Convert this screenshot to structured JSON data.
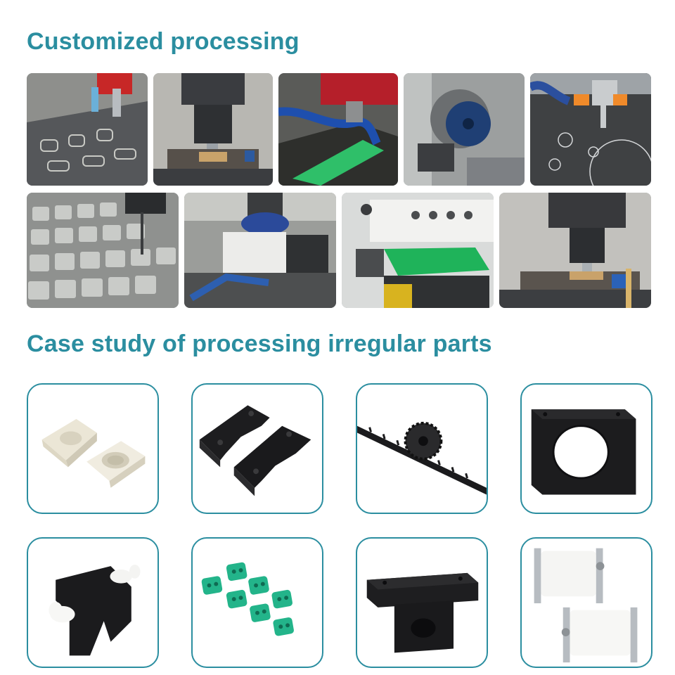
{
  "sections": {
    "customized": {
      "title": "Customized processing"
    },
    "case_study": {
      "title": "Case study of processing irregular parts"
    }
  },
  "photos": [
    {
      "name": "photo-cnc-router-cutting-sheet"
    },
    {
      "name": "photo-milling-spindle-vise"
    },
    {
      "name": "photo-green-board-coolant-hose"
    },
    {
      "name": "photo-lathe-chuck"
    },
    {
      "name": "photo-cutting-circles-sheet"
    },
    {
      "name": "photo-drilling-square-pads"
    },
    {
      "name": "photo-white-block-clamped"
    },
    {
      "name": "photo-green-sheet-machine"
    },
    {
      "name": "photo-milling-vise-blue-clamp"
    }
  ],
  "parts": [
    {
      "name": "part-white-square-washers"
    },
    {
      "name": "part-black-slotted-blocks"
    },
    {
      "name": "part-black-gear-rack"
    },
    {
      "name": "part-black-frame-hole"
    },
    {
      "name": "part-black-clip-white-knobs"
    },
    {
      "name": "part-green-pads"
    },
    {
      "name": "part-black-pillow-block"
    },
    {
      "name": "part-white-rollers"
    }
  ],
  "colors": {
    "heading": "#2b8ea0",
    "card_border": "#2b8ea0"
  }
}
